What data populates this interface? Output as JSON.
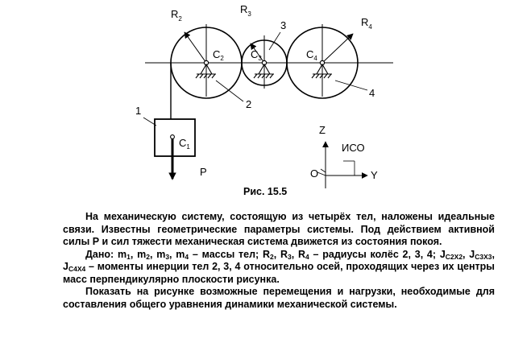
{
  "figure": {
    "body_labels": {
      "b1": "1",
      "b2": "2",
      "b3": "3",
      "b4": "4"
    },
    "radius_labels": {
      "r2": {
        "base": "R",
        "sub": "2"
      },
      "r3": {
        "base": "R",
        "sub": "3"
      },
      "r4": {
        "base": "R",
        "sub": "4"
      }
    },
    "center_labels": {
      "c1": {
        "base": "C",
        "sub": "1"
      },
      "c2": {
        "base": "C",
        "sub": "2"
      },
      "c3": {
        "base": "C",
        "sub": "3"
      },
      "c4": {
        "base": "C",
        "sub": "4"
      }
    },
    "force_label": "P",
    "axes": {
      "z": "Z",
      "y": "Y",
      "origin": "O",
      "frame": "ИСО"
    },
    "caption": "Рис. 15.5"
  },
  "text": {
    "p1": "На механическую систему, состоящую из четырёх тел, наложены идеальные связи. Известны геометрические параметры системы. Под действием активной силы Р и сил тяжести механическая система движется из состояния покоя.",
    "given": {
      "lead": "Дано: m",
      "masses_tail": " – массы тел; R",
      "radii_tail": " – радиусы колёс 2, 3, 4;  J",
      "inertia_tail": " – моменты инерции тел 2, 3, 4 относительно осей, проходящих через их центры масс перпендикулярно плоскости рисунка.",
      "sub_1": "1",
      "sub_2": "2",
      "sub_3": "3",
      "sub_4": "4",
      "j2_sub": "C2X2",
      "j3_sub": "C3X3",
      "j4_sub": "C4X4",
      "sep": ", "
    },
    "p3": "Показать на рисунке возможные перемещения и нагрузки, необходимые для составления общего уравнения динамики механической системы."
  }
}
